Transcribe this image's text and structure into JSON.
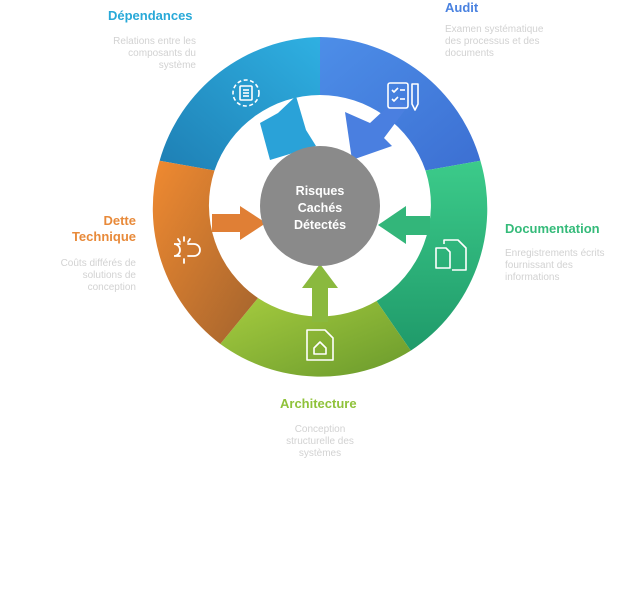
{
  "center": {
    "lines": [
      "Risques",
      "Cachés",
      "Détectés"
    ],
    "color": "#8a8a8a"
  },
  "segments": [
    {
      "id": "dependances",
      "title": "Dépendances",
      "description": "Relations entre les composants du système",
      "color": "#28a9d8",
      "icon": "gear-document-icon"
    },
    {
      "id": "audit",
      "title": "Audit",
      "description": "Examen systématique des processus et des documents",
      "color": "#4a82e0",
      "icon": "clipboard-pen-icon"
    },
    {
      "id": "documentation",
      "title": "Documentation",
      "description": "Enregistrements écrits fournissant des informations",
      "color": "#35bb7a",
      "icon": "copy-document-icon"
    },
    {
      "id": "architecture",
      "title": "Architecture",
      "description": "Conception structurelle des systèmes",
      "color": "#8fc23a",
      "icon": "house-document-icon"
    },
    {
      "id": "dette",
      "title_lines": [
        "Dette",
        "Technique"
      ],
      "description": "Coûts différés de solutions de conception",
      "color": "#e88a3a",
      "icon": "broken-link-icon"
    }
  ]
}
